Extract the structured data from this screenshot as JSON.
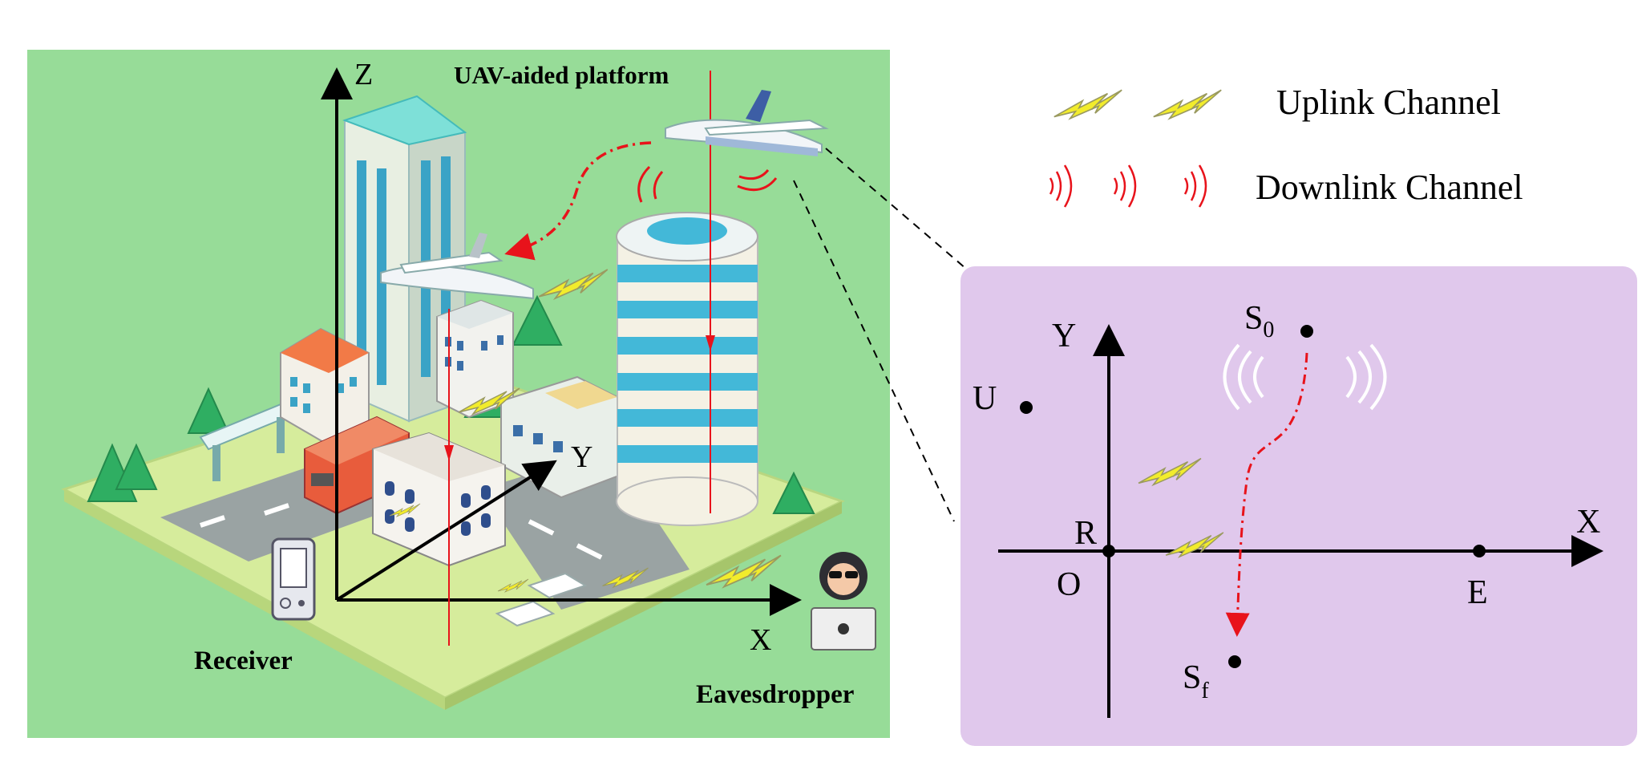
{
  "scene": {
    "axis_z": "Z",
    "axis_y": "Y",
    "axis_x": "X",
    "label_uav_platform": "UAV-aided platform",
    "label_receiver": "Receiver",
    "label_eavesdropper": "Eavesdropper"
  },
  "legend": {
    "uplink_label": "Uplink Channel",
    "downlink_label": "Downlink Channel"
  },
  "inset": {
    "axis_y": "Y",
    "axis_x": "X",
    "origin": "O",
    "point_r": "R",
    "point_e": "E",
    "point_u": "U",
    "point_s0_base": "S",
    "point_s0_sub": "0",
    "point_sf_base": "S",
    "point_sf_sub": "f"
  },
  "colors": {
    "scene_bg": "#97dc98",
    "inset_bg": "#e0c8ec",
    "ground": "#d6ec9c",
    "road": "#9aa3a3",
    "trajectory": "#e8131b",
    "lightning": "#f2ec2c",
    "tree": "#2fae62"
  }
}
